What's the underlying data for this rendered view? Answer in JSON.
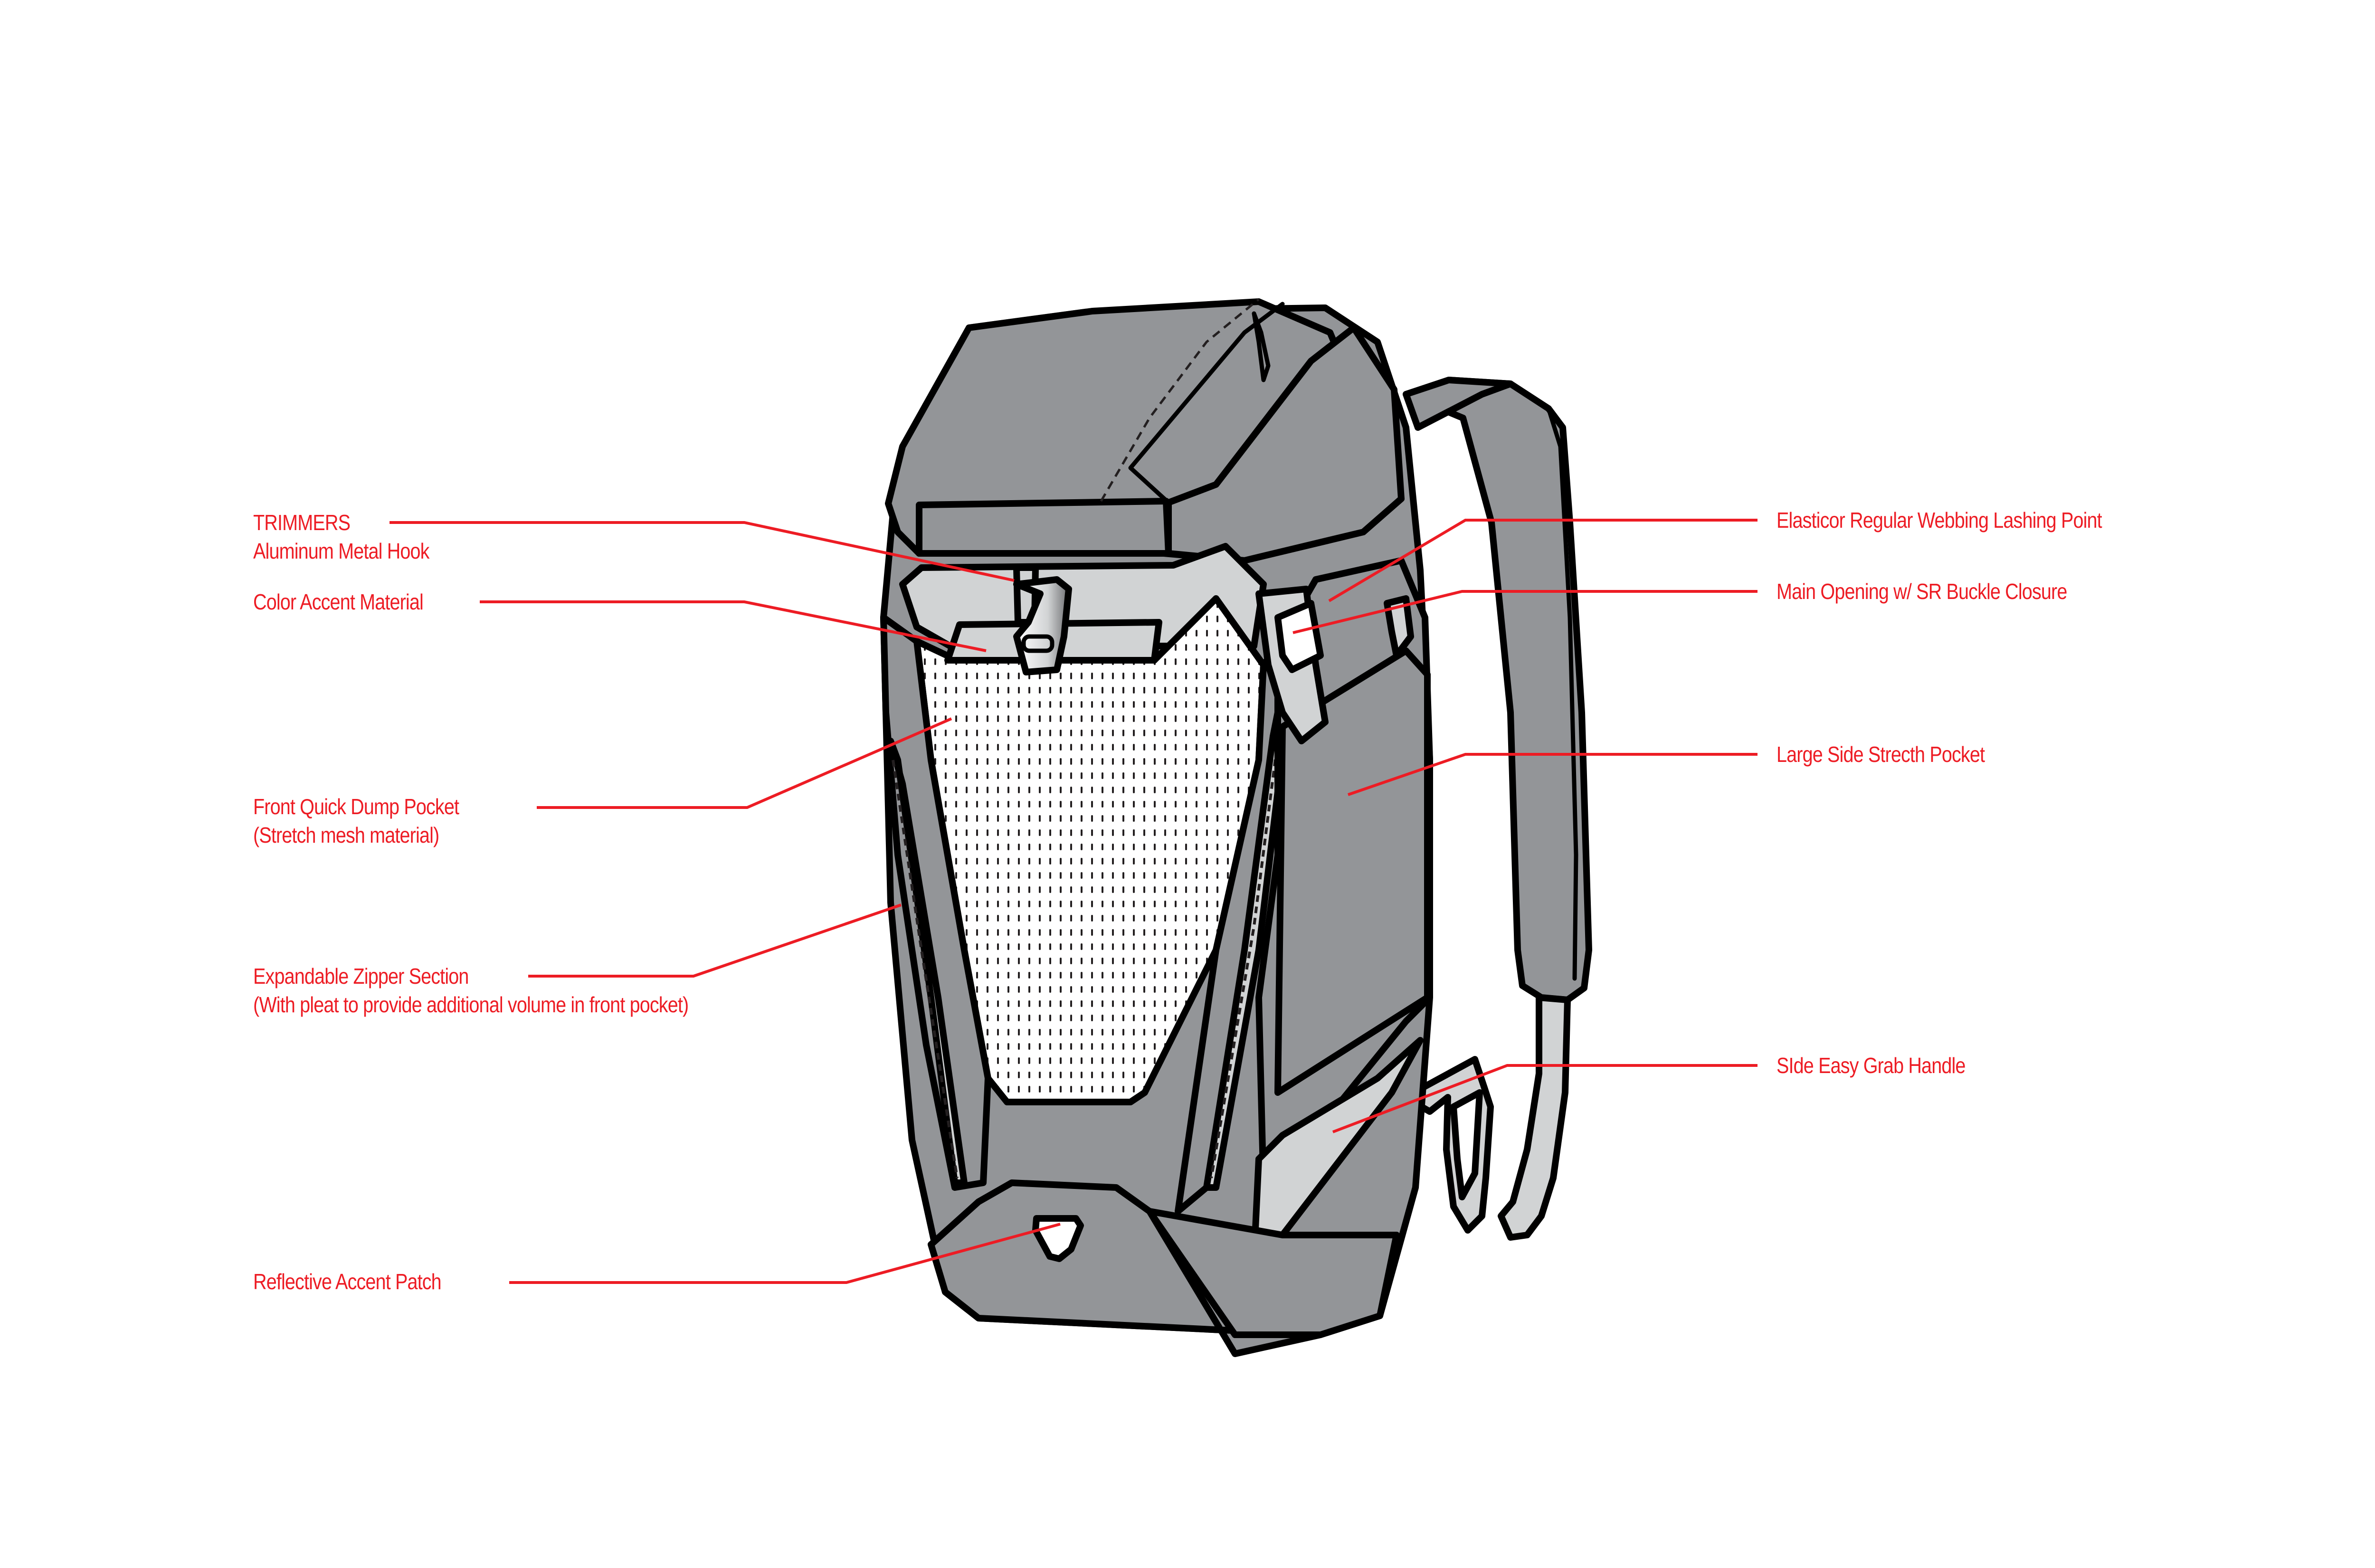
{
  "diagram": {
    "subject": "Backpack",
    "colors": {
      "callout": "#ed1c24",
      "body": "#939598",
      "accent": "#d1d3d4",
      "outline": "#000000",
      "background": "#ffffff"
    },
    "callouts_left": [
      {
        "id": "trimmers",
        "line1": "TRIMMERS",
        "line2": "Aluminum Metal Hook"
      },
      {
        "id": "color-accent",
        "line1": "Color Accent Material",
        "line2": ""
      },
      {
        "id": "front-pocket",
        "line1": "Front Quick Dump Pocket",
        "line2": "(Stretch mesh material)"
      },
      {
        "id": "zipper",
        "line1": "Expandable Zipper Section",
        "line2": "(With pleat to provide additional volume in front pocket)"
      },
      {
        "id": "reflective",
        "line1": "Reflective Accent Patch",
        "line2": ""
      }
    ],
    "callouts_right": [
      {
        "id": "elasticor",
        "line1": "Elasticor Regular Webbing Lashing Point"
      },
      {
        "id": "main-opening",
        "line1": "Main Opening w/ SR Buckle Closure"
      },
      {
        "id": "side-pocket",
        "line1": "Large Side Strecth Pocket"
      },
      {
        "id": "grab-handle",
        "line1": "SIde Easy Grab Handle"
      }
    ]
  }
}
